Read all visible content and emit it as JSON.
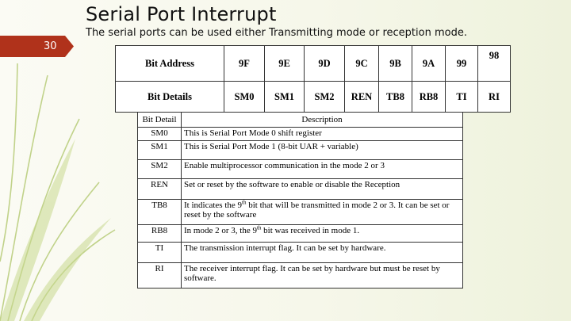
{
  "slide": {
    "title": "Serial Port Interrupt",
    "subtitle": "The serial ports can be used either Transmitting mode or reception mode.",
    "number": "30"
  },
  "bit_table": {
    "address_label": "Bit Address",
    "details_label": "Bit Details",
    "addresses": [
      "9F",
      "9E",
      "9D",
      "9C",
      "9B",
      "9A",
      "99",
      "98"
    ],
    "details": [
      "SM0",
      "SM1",
      "SM2",
      "REN",
      "TB8",
      "RB8",
      "TI",
      "RI"
    ]
  },
  "desc_table": {
    "headers": [
      "Bit Detail",
      "Description"
    ],
    "rows": [
      {
        "name": "SM0",
        "pre": "This is Serial Port Mode 0 shift register"
      },
      {
        "name": "SM1",
        "pre": "This is Serial Port Mode 1 (8-bit UAR + variable)"
      },
      {
        "name": "SM2",
        "pre": "Enable multiprocessor communication in the mode 2 or 3"
      },
      {
        "name": "REN",
        "pre": "Set or reset by the software to enable or disable the Reception"
      },
      {
        "name": "TB8",
        "pre": "It indicates the 9",
        "sup": "th",
        "post": " bit that will be transmitted in mode 2 or 3. It can be set or reset by the software"
      },
      {
        "name": "RB8",
        "pre": "In mode 2 or 3, the 9",
        "sup": "th",
        "post": " bit was received in mode 1."
      },
      {
        "name": "TI",
        "pre": "The transmission interrupt flag. It can be set by hardware."
      },
      {
        "name": "RI",
        "pre": "The receiver interrupt flag. It can be set by hardware but must be reset by software."
      }
    ]
  },
  "colors": {
    "slide_number_bg": "#b0321b",
    "leaf_green": "#a8c25a"
  }
}
